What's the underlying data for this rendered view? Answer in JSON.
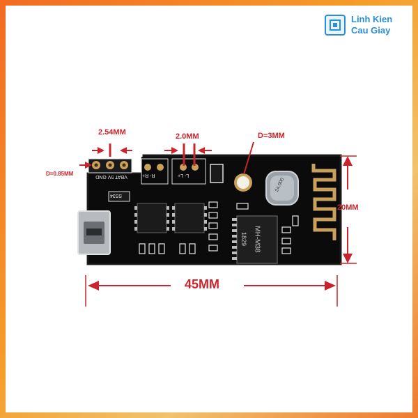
{
  "brand": {
    "line1": "Linh Kien",
    "line2": "Cau Giay",
    "accent": "#2a8fd8"
  },
  "dimensions": {
    "pin_pitch": "2.54MM",
    "speaker_pitch": "2.0MM",
    "hole_diameter": "D=3MM",
    "pad_diameter": "D=0.85MM",
    "height": "20MM",
    "length": "45MM"
  },
  "silkscreen": {
    "pins": [
      "VBAT",
      "5V",
      "GND"
    ],
    "right_channel": "R- R+",
    "left_channel": "L- L+",
    "chip_main": "MH-M38",
    "chip_code": "1829",
    "crystal": "24.000",
    "diode": "SS34"
  },
  "colors": {
    "dimension": "#c9242b",
    "board": "#111111",
    "frame": "#f26b21"
  }
}
